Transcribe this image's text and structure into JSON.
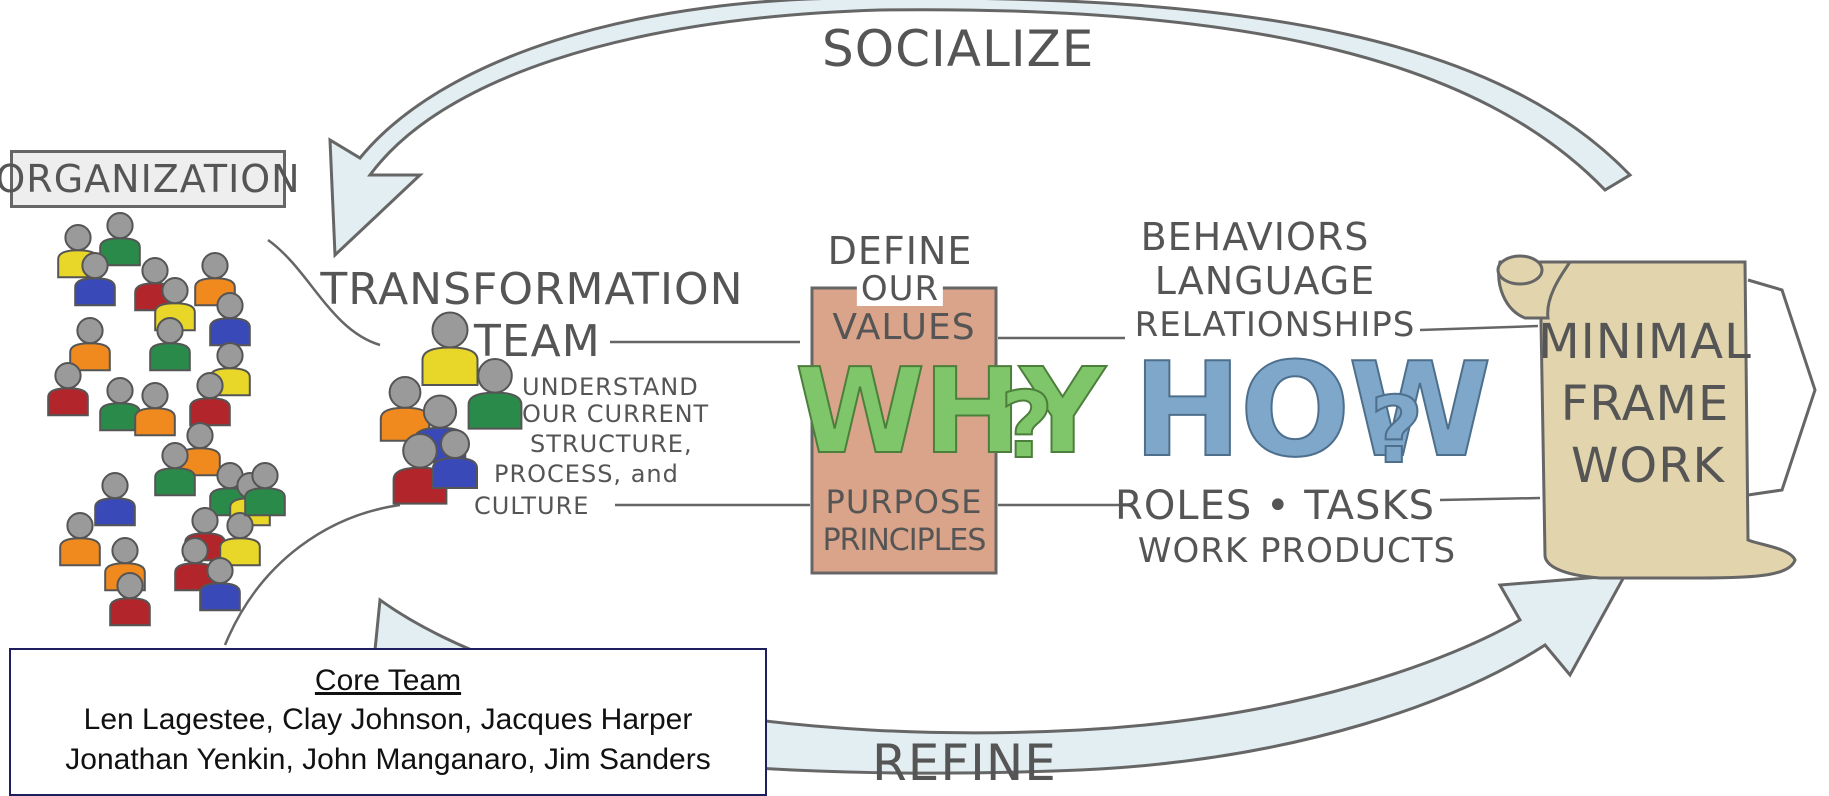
{
  "diagram": {
    "arrow_top_label": "SOCIALIZE",
    "arrow_bottom_label": "REFINE",
    "organization_label": "ORGANIZATION",
    "team": {
      "line1": "TRANSFORMATION",
      "line2": "TEAM",
      "understand_lines": [
        "UNDERSTAND",
        "OUR CURRENT",
        "STRUCTURE,",
        "PROCESS, and",
        "CULTURE"
      ]
    },
    "why": {
      "top_lines": [
        "DEFINE",
        "OUR",
        "VALUES"
      ],
      "big": "WHY",
      "mark": "?",
      "bottom_lines": [
        "PURPOSE",
        "PRINCIPLES"
      ]
    },
    "how": {
      "top_lines": [
        "BEHAVIORS",
        "LANGUAGE",
        "RELATIONSHIPS"
      ],
      "big": "HOW",
      "mark": "?",
      "bottom_lines": [
        "ROLES • TASKS",
        "WORK PRODUCTS"
      ]
    },
    "framework_lines": [
      "MINIMAL",
      "FRAME",
      "WORK"
    ],
    "colors": {
      "why_panel": "#d9a489",
      "why_text": "#7fc56a",
      "how_text": "#7ea7c9",
      "scroll": "#e2d5ad",
      "arrow_fill": "#e3eef2",
      "person_colors": [
        "#e8d628",
        "#2a8a4a",
        "#b2262b",
        "#f08a1e",
        "#3a49b8"
      ]
    }
  },
  "core_team": {
    "title": "Core Team",
    "lines": [
      "Len Lagestee, Clay Johnson, Jacques Harper",
      "Jonathan Yenkin, John Manganaro, Jim Sanders"
    ]
  }
}
